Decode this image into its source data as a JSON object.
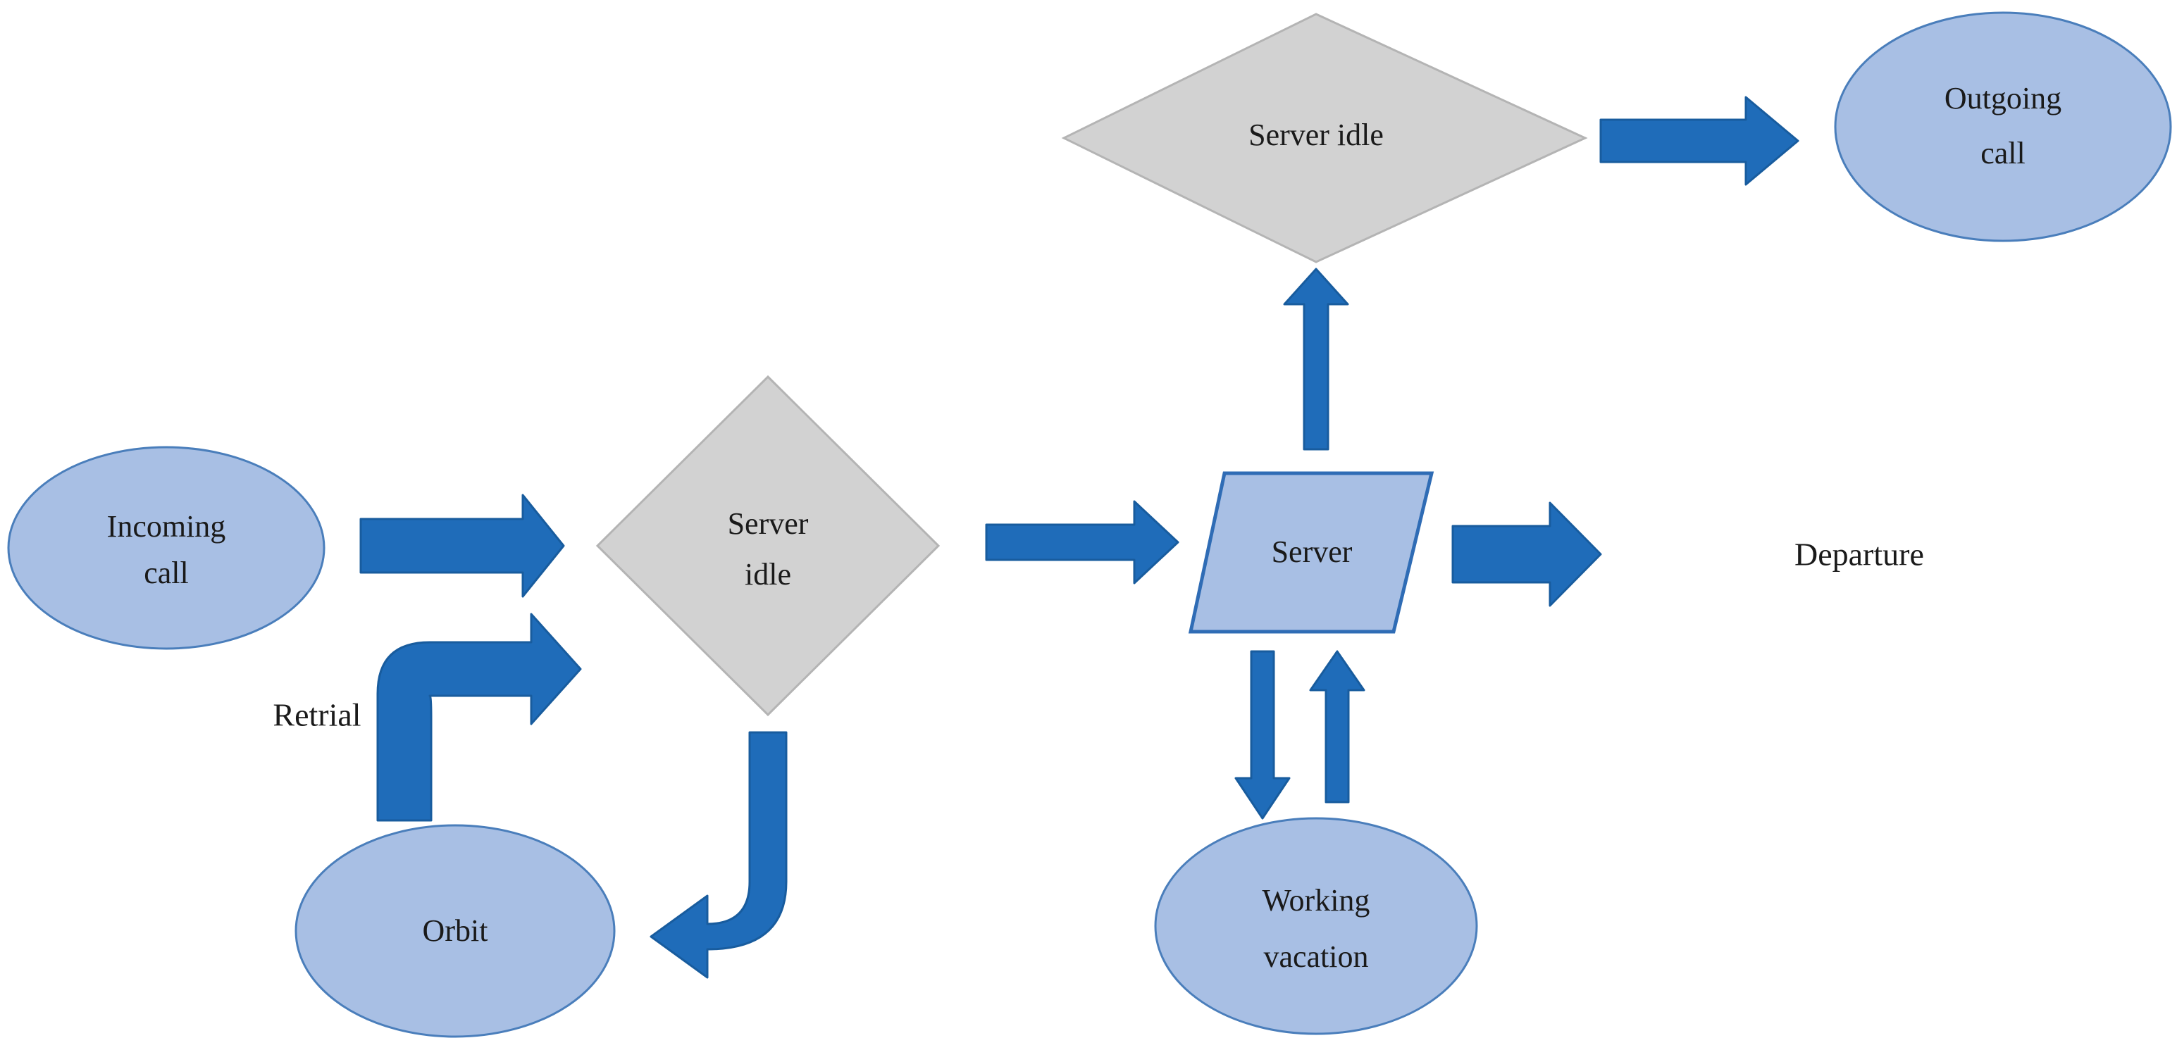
{
  "diagram": {
    "title": "Retrial queue with working vacation flow diagram",
    "colors": {
      "ellipse_fill": "#a8bfe4",
      "ellipse_stroke": "#4a7ebb",
      "diamond_fill": "#d2d2d2",
      "diamond_stroke": "#b4b4b4",
      "parallelogram_fill": "#a8bfe4",
      "parallelogram_stroke": "#2f6cb5",
      "arrow_fill": "#1f6cb9",
      "arrow_stroke": "#185c9e",
      "text": "#1a1a1a",
      "background": "#ffffff"
    },
    "nodes": [
      {
        "id": "incoming-call",
        "shape": "ellipse",
        "lines": [
          "Incoming",
          "call"
        ]
      },
      {
        "id": "server-idle-left",
        "shape": "diamond",
        "lines": [
          "Server",
          "idle"
        ]
      },
      {
        "id": "orbit",
        "shape": "ellipse",
        "lines": [
          "Orbit"
        ]
      },
      {
        "id": "server",
        "shape": "parallelogram",
        "lines": [
          "Server"
        ]
      },
      {
        "id": "server-idle-top",
        "shape": "diamond",
        "lines": [
          "Server idle"
        ]
      },
      {
        "id": "outgoing-call",
        "shape": "ellipse",
        "lines": [
          "Outgoing",
          "call"
        ]
      },
      {
        "id": "working-vacation",
        "shape": "ellipse",
        "lines": [
          "Working",
          "vacation"
        ]
      }
    ],
    "edge_labels": [
      {
        "id": "retrial",
        "text": "Retrial"
      },
      {
        "id": "departure",
        "text": "Departure"
      }
    ],
    "edges": [
      {
        "id": "incoming-to-serveridle",
        "from": "incoming-call",
        "to": "server-idle-left",
        "kind": "straight-right"
      },
      {
        "id": "serveridle-to-orbit",
        "from": "server-idle-left",
        "to": "orbit",
        "kind": "elbow-down-left"
      },
      {
        "id": "orbit-to-serveridle",
        "from": "orbit",
        "to": "server-idle-left",
        "kind": "elbow-up-right",
        "label": "Retrial"
      },
      {
        "id": "serveridle-to-server",
        "from": "server-idle-left",
        "to": "server",
        "kind": "straight-right"
      },
      {
        "id": "server-to-departure",
        "from": "server",
        "to": "departure",
        "kind": "straight-right",
        "label": "Departure"
      },
      {
        "id": "server-to-serveridletop",
        "from": "server",
        "to": "server-idle-top",
        "kind": "straight-up"
      },
      {
        "id": "serveridletop-to-outgoing",
        "from": "server-idle-top",
        "to": "outgoing-call",
        "kind": "straight-right"
      },
      {
        "id": "server-to-vacation",
        "from": "server",
        "to": "working-vacation",
        "kind": "straight-down"
      },
      {
        "id": "vacation-to-server",
        "from": "working-vacation",
        "to": "server",
        "kind": "straight-up"
      }
    ]
  },
  "labels": {
    "incoming_call_line1": "Incoming",
    "incoming_call_line2": "call",
    "server_idle_left_line1": "Server",
    "server_idle_left_line2": "idle",
    "orbit": "Orbit",
    "server": "Server",
    "server_idle_top": "Server idle",
    "outgoing_call_line1": "Outgoing",
    "outgoing_call_line2": "call",
    "working_vacation_line1": "Working",
    "working_vacation_line2": "vacation",
    "retrial": "Retrial",
    "departure": "Departure"
  }
}
